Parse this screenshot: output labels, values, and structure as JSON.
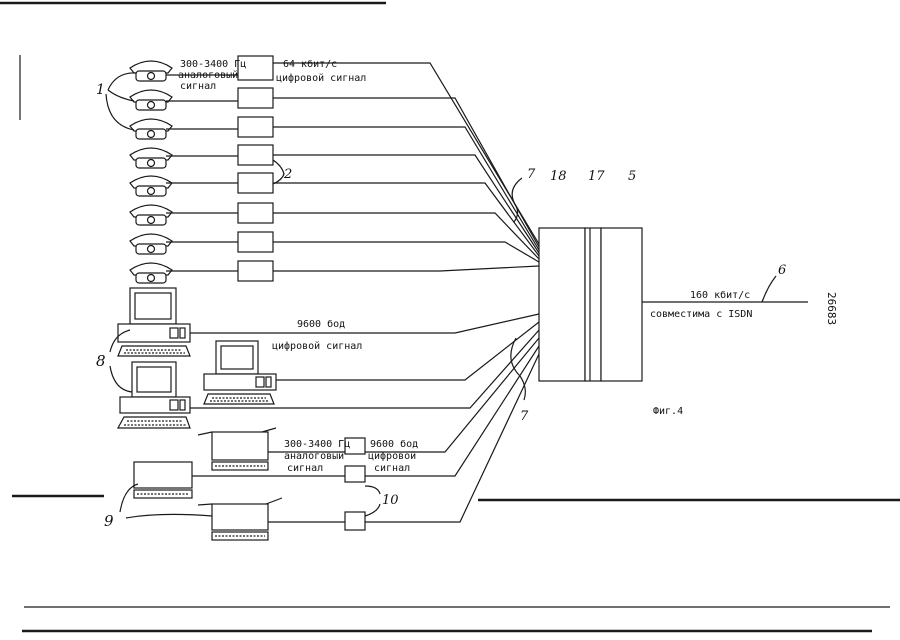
{
  "labels": {
    "phone_freq": "300-3400 Гц",
    "phone_signal_1": "аналоговый",
    "phone_signal_2": "сигнал",
    "phone_rate": "64 кбит/с",
    "phone_rate_signal": "цифровой сигнал",
    "pc_rate": "9600 бод",
    "pc_signal": "цифровой сигнал",
    "modem_freq": "300-3400 Гц",
    "modem_signal_1": "аналоговый",
    "modem_signal_2": "сигнал",
    "modem_rate": "9600 бод",
    "modem_rate_signal_1": "цифровой",
    "modem_rate_signal_2": "сигнал",
    "trunk_rate": "160 кбит/с",
    "trunk_compat": "совместима с ISDN",
    "figure_caption": "Фиг.4",
    "page_number": "26683"
  },
  "reference_numerals": {
    "phones": "1",
    "converters": "2",
    "ref_5": "5",
    "ref_6": "6",
    "lines_top": "7",
    "lines_bottom": "7",
    "computers": "8",
    "terminals": "9",
    "modems": "10",
    "ref_17": "17",
    "ref_18": "18"
  }
}
